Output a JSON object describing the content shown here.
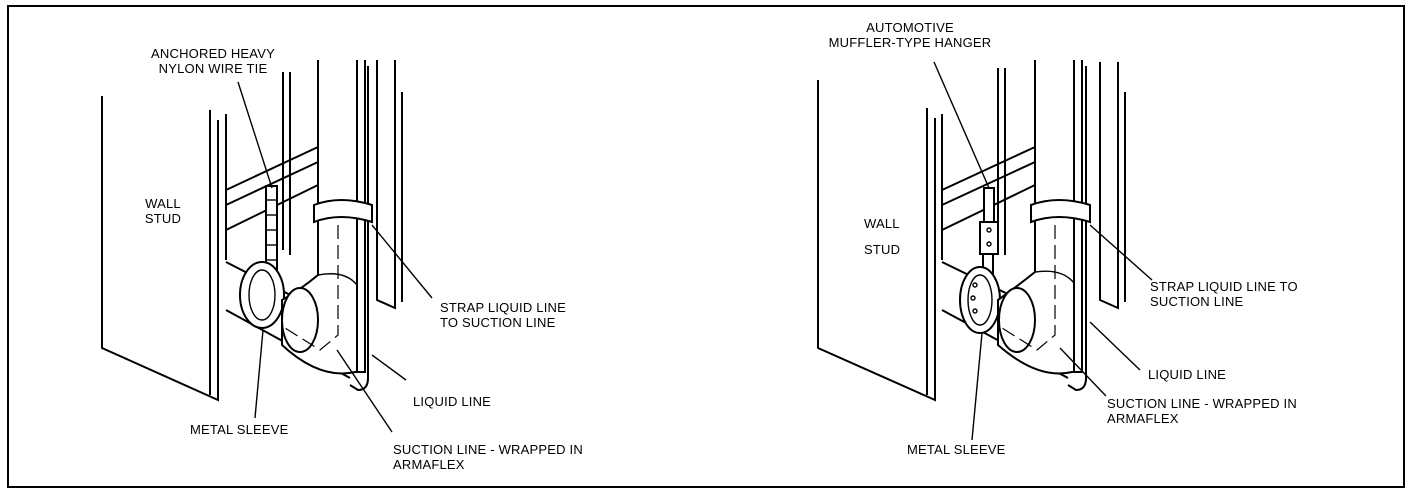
{
  "left_figure": {
    "label_tie": "ANCHORED HEAVY\nNYLON WIRE TIE",
    "label_wall_stud": "WALL\nSTUD",
    "label_strap": "STRAP LIQUID LINE\nTO SUCTION LINE",
    "label_liquid": "LIQUID LINE",
    "label_metal_sleeve": "METAL SLEEVE",
    "label_suction": "SUCTION LINE - WRAPPED IN\nARMAFLEX"
  },
  "right_figure": {
    "label_hanger": "AUTOMOTIVE\nMUFFLER-TYPE HANGER",
    "label_wall": "WALL",
    "label_stud": "STUD",
    "label_strap": "STRAP LIQUID LINE TO\nSUCTION LINE",
    "label_liquid": "LIQUID LINE",
    "label_suction": "SUCTION LINE - WRAPPED IN\nARMAFLEX",
    "label_metal_sleeve": "METAL SLEEVE"
  }
}
